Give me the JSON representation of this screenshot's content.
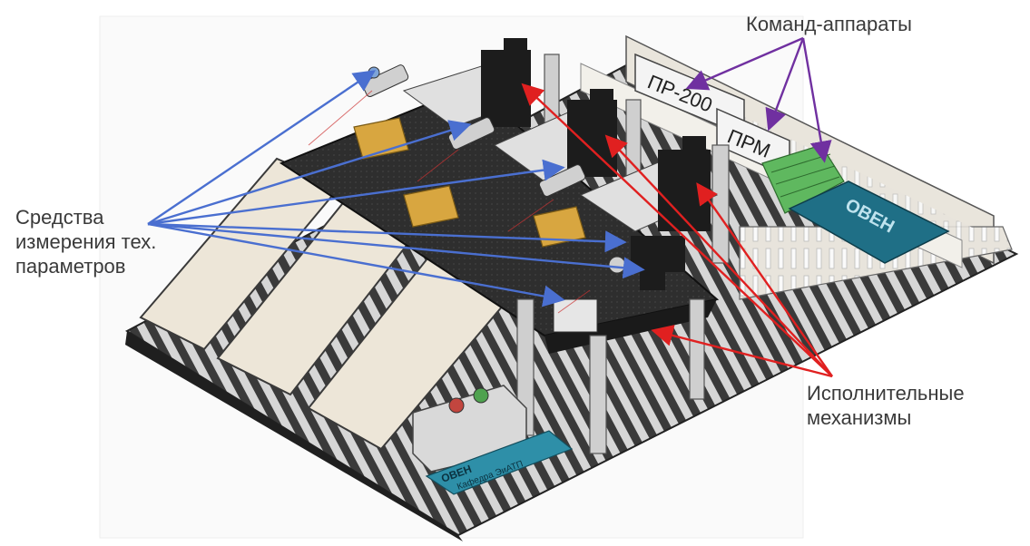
{
  "labels": {
    "command_devices": "Команд-аппараты",
    "measurement_tools": [
      "Средства",
      "измерения тех.",
      "параметров"
    ],
    "actuators": [
      "Исполнительные",
      "механизмы"
    ]
  },
  "device_text": {
    "pr200": "ПР-200",
    "prm": "ПРМ",
    "oven_logo": "ОВЕН",
    "plaque_text": "Кафедра ЭиАТП"
  },
  "colors": {
    "measurement_arrows": "#4a6fd0",
    "actuator_arrows": "#e02020",
    "command_arrows": "#7030a0",
    "frame": "#cfcfcf",
    "belt": "#2c2c2c",
    "slide": "#ede6d8",
    "panel": "#1f6f86",
    "terminal": "#5fb85f"
  }
}
